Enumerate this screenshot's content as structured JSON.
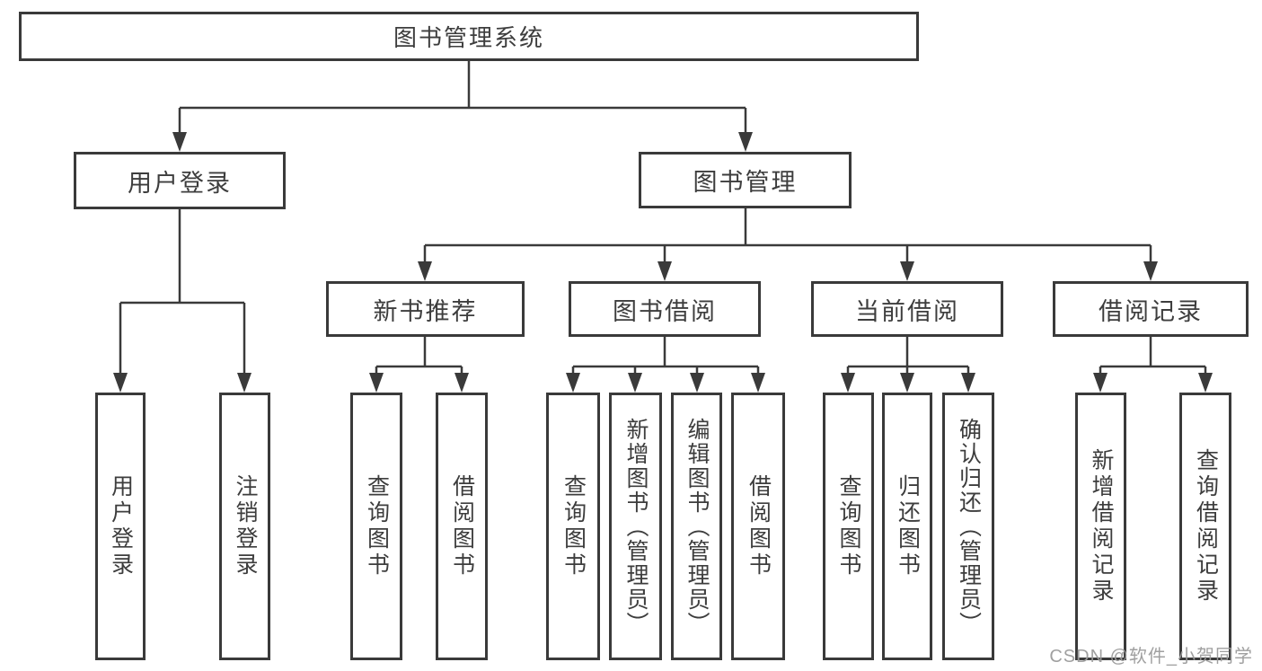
{
  "diagram_type": "hierarchy-tree",
  "nodes": {
    "root": {
      "label": "图书管理系统"
    },
    "login": {
      "label": "用户登录"
    },
    "mgmt": {
      "label": "图书管理"
    },
    "newbook": {
      "label": "新书推荐"
    },
    "borrow": {
      "label": "图书借阅"
    },
    "current": {
      "label": "当前借阅"
    },
    "records": {
      "label": "借阅记录"
    },
    "login_user": {
      "label": "用户登录"
    },
    "login_logout": {
      "label": "注销登录"
    },
    "newbook_query": {
      "label": "查询图书"
    },
    "newbook_borrow": {
      "label": "借阅图书"
    },
    "borrow_query": {
      "label": "查询图书"
    },
    "borrow_add": {
      "label": "新增图书（管理员）"
    },
    "borrow_edit": {
      "label": "编辑图书（管理员）"
    },
    "borrow_lend": {
      "label": "借阅图书"
    },
    "current_query": {
      "label": "查询图书"
    },
    "current_return": {
      "label": "归还图书"
    },
    "current_confirm": {
      "label": "确认归还（管理员）"
    },
    "records_add": {
      "label": "新增借阅记录"
    },
    "records_query": {
      "label": "查询借阅记录"
    }
  },
  "structure": {
    "root": [
      "login",
      "mgmt"
    ],
    "login": [
      "login_user",
      "login_logout"
    ],
    "mgmt": [
      "newbook",
      "borrow",
      "current",
      "records"
    ],
    "newbook": [
      "newbook_query",
      "newbook_borrow"
    ],
    "borrow": [
      "borrow_query",
      "borrow_add",
      "borrow_edit",
      "borrow_lend"
    ],
    "current": [
      "current_query",
      "current_return",
      "current_confirm"
    ],
    "records": [
      "records_add",
      "records_query"
    ]
  },
  "watermark": {
    "text": "CSDN @软件_小贺同学"
  },
  "colors": {
    "line": "#3a3a3a",
    "box_border": "#3a3a3a",
    "text": "#3d3d3d",
    "watermark": "#9b9b9b",
    "background": "#ffffff"
  }
}
